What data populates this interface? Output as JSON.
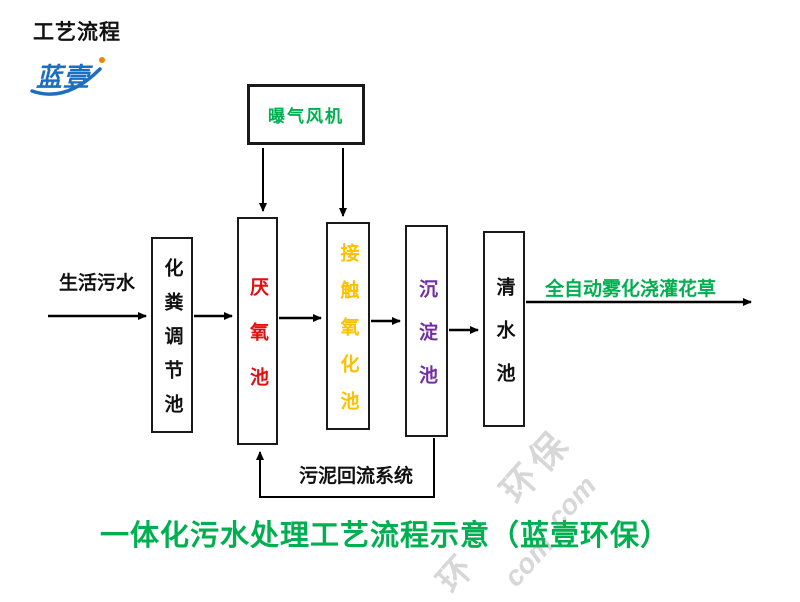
{
  "page": {
    "title": "工艺流程",
    "logo_text": "蓝壹"
  },
  "colors": {
    "green": "#00B050",
    "red": "#E01010",
    "gold": "#FFC000",
    "purple": "#7030A0",
    "black": "#111111",
    "logo_blue": "#1a6fc4",
    "logo_orange": "#f08300"
  },
  "diagram": {
    "blower": {
      "label": "曝气风机"
    },
    "tanks": [
      {
        "id": "septic",
        "label": "化粪调节池",
        "color_key": "black"
      },
      {
        "id": "anaerobic",
        "label": "厌氧池",
        "color_key": "red"
      },
      {
        "id": "contact",
        "label": "接触氧化池",
        "color_key": "gold"
      },
      {
        "id": "sediment",
        "label": "沉淀池",
        "color_key": "purple"
      },
      {
        "id": "clear",
        "label": "清水池",
        "color_key": "black"
      }
    ],
    "input_label": "生活污水",
    "output_label": "全自动雾化浇灌花草",
    "sludge_return_label": "污泥回流系统"
  },
  "caption": "一体化污水处理工艺流程示意（蓝壹环保）",
  "watermark": {
    "t1": "环保",
    "t2": "com",
    "t3": "环",
    "t4": "com"
  }
}
